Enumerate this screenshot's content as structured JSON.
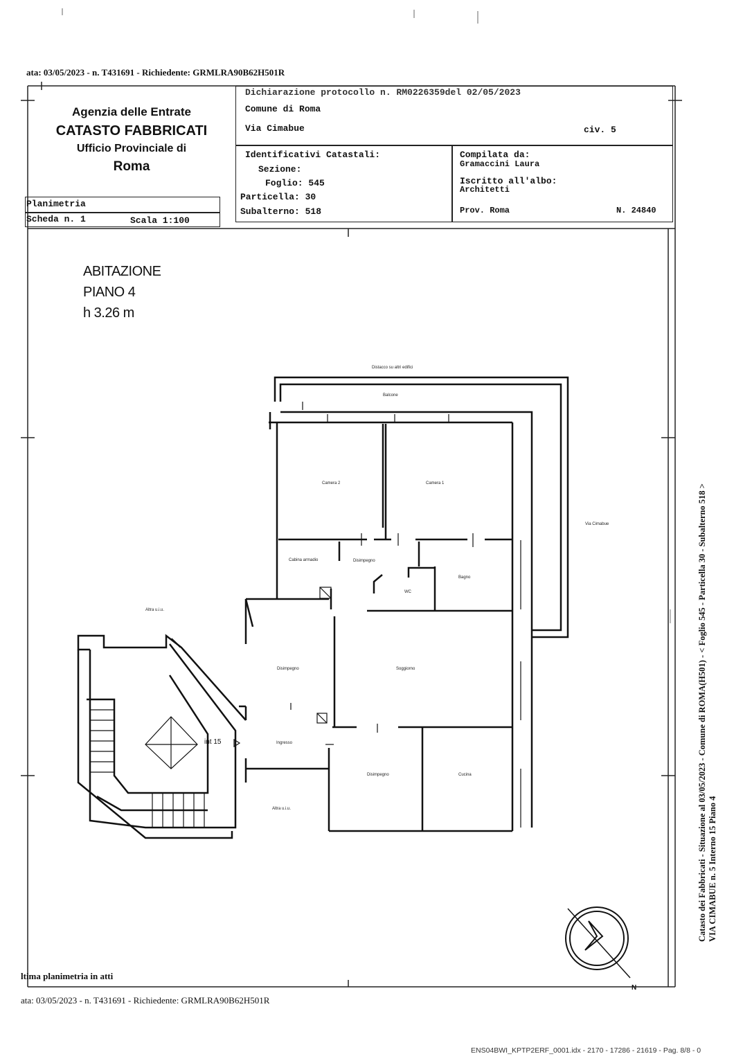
{
  "header": {
    "top_line": "ata: 03/05/2023 - n. T431691 - Richiedente: GRMLRA90B62H501R",
    "bottom_line": "ata: 03/05/2023 - n. T431691 - Richiedente: GRMLRA90B62H501R",
    "last_plan_note": "ltima planimetria in atti"
  },
  "agency": {
    "line1": "Agenzia delle Entrate",
    "line2": "CATASTO FABBRICATI",
    "line3": "Ufficio Provinciale di",
    "line4": "Roma"
  },
  "declaration": {
    "protocol": "Dichiarazione protocollo n. RM0226359del  02/05/2023",
    "comune": "Comune di Roma",
    "via": "Via Cimabue",
    "civ": "civ. 5"
  },
  "identifiers": {
    "title": "Identificativi Catastali:",
    "sezione": "Sezione:",
    "foglio": "Foglio: 545",
    "particella": "Particella: 30",
    "subalterno": "Subalterno: 518"
  },
  "compiler": {
    "title": "Compilata da:",
    "name": "Gramaccini Laura",
    "albo_label": "Iscritto all'albo:",
    "albo": "Architetti",
    "prov": "Prov. Roma",
    "number": "N. 24840"
  },
  "sheet": {
    "planimetria": "Planimetria",
    "scheda": "Scheda n. 1",
    "scala": "Scala 1:100"
  },
  "unit": {
    "type": "ABITAZIONE",
    "floor": "PIANO 4",
    "height": "h 3.26 m"
  },
  "rooms": {
    "distacco": "Distacco su altri edifici",
    "balcone": "Balcone",
    "camera2": "Camera 2",
    "camera1": "Camera 1",
    "via_cimabue": "Via Cimabue",
    "cabina": "Cabina armadio",
    "disimpegno1": "Disimpegno",
    "bagno": "Bagno",
    "wc": "WC",
    "altra_ui1": "Altra u.i.u.",
    "disimpegno2": "Disimpegno",
    "soggiorno": "Soggiorno",
    "int15": "int 15",
    "ingresso": "Ingresso",
    "disimpegno3": "Disimpegno",
    "cucina": "Cucina",
    "altra_ui2": "Altra u.i.u."
  },
  "compass_label": "N",
  "side_text": {
    "line1": "Catasto dei Fabbricati - Situazione al 03/05/2023 - Comune di ROMA(H501) - < Foglio 545 - Particella 30 - Subalterno 518 >",
    "line2": "VIA CIMABUE n. 5  Interno 15 Piano 4"
  },
  "footer": "ENS04BWI_KPTP2ERF_0001.idx - 2170 - 17286 - 21619 - Pag. 8/8 - 0"
}
